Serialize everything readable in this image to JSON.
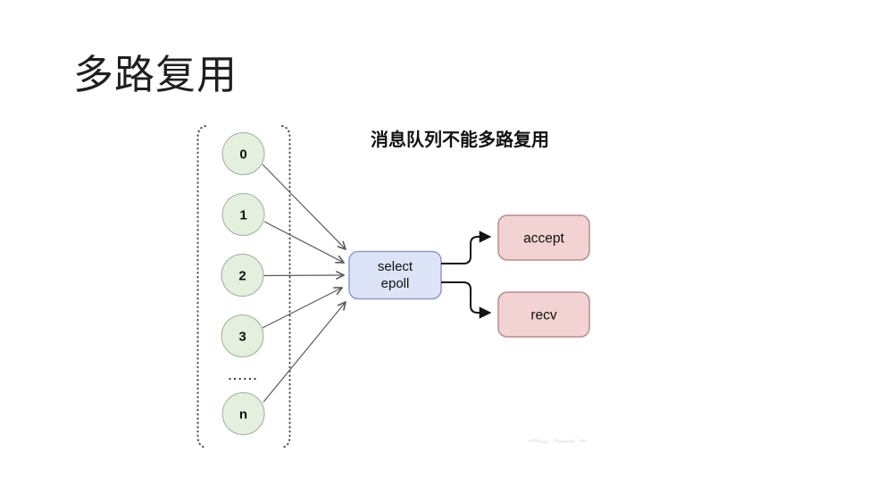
{
  "slide": {
    "title": "多路复用",
    "caption": "消息队列不能多路复用"
  },
  "diagram": {
    "fd_group": {
      "items": [
        {
          "label": "0"
        },
        {
          "label": "1"
        },
        {
          "label": "2"
        },
        {
          "label": "3"
        },
        {
          "label": "n"
        }
      ],
      "ellipsis": "......"
    },
    "mux_box": {
      "line1": "select",
      "line2": "epoll"
    },
    "action_boxes": [
      {
        "label": "accept"
      },
      {
        "label": "recv"
      }
    ],
    "colors": {
      "circle_fill": "#e4efde",
      "circle_border": "#9fae9c",
      "mux_fill": "#dde4f7",
      "mux_border": "#8d9cc8",
      "action_fill": "#f2d2d2",
      "action_border": "#b88c8c",
      "gray_arrow": "#5a5a5a",
      "black_arrow": "#141414",
      "bracket_dotted": "#4d4d4d",
      "title_text": "#1f1f1f"
    }
  }
}
